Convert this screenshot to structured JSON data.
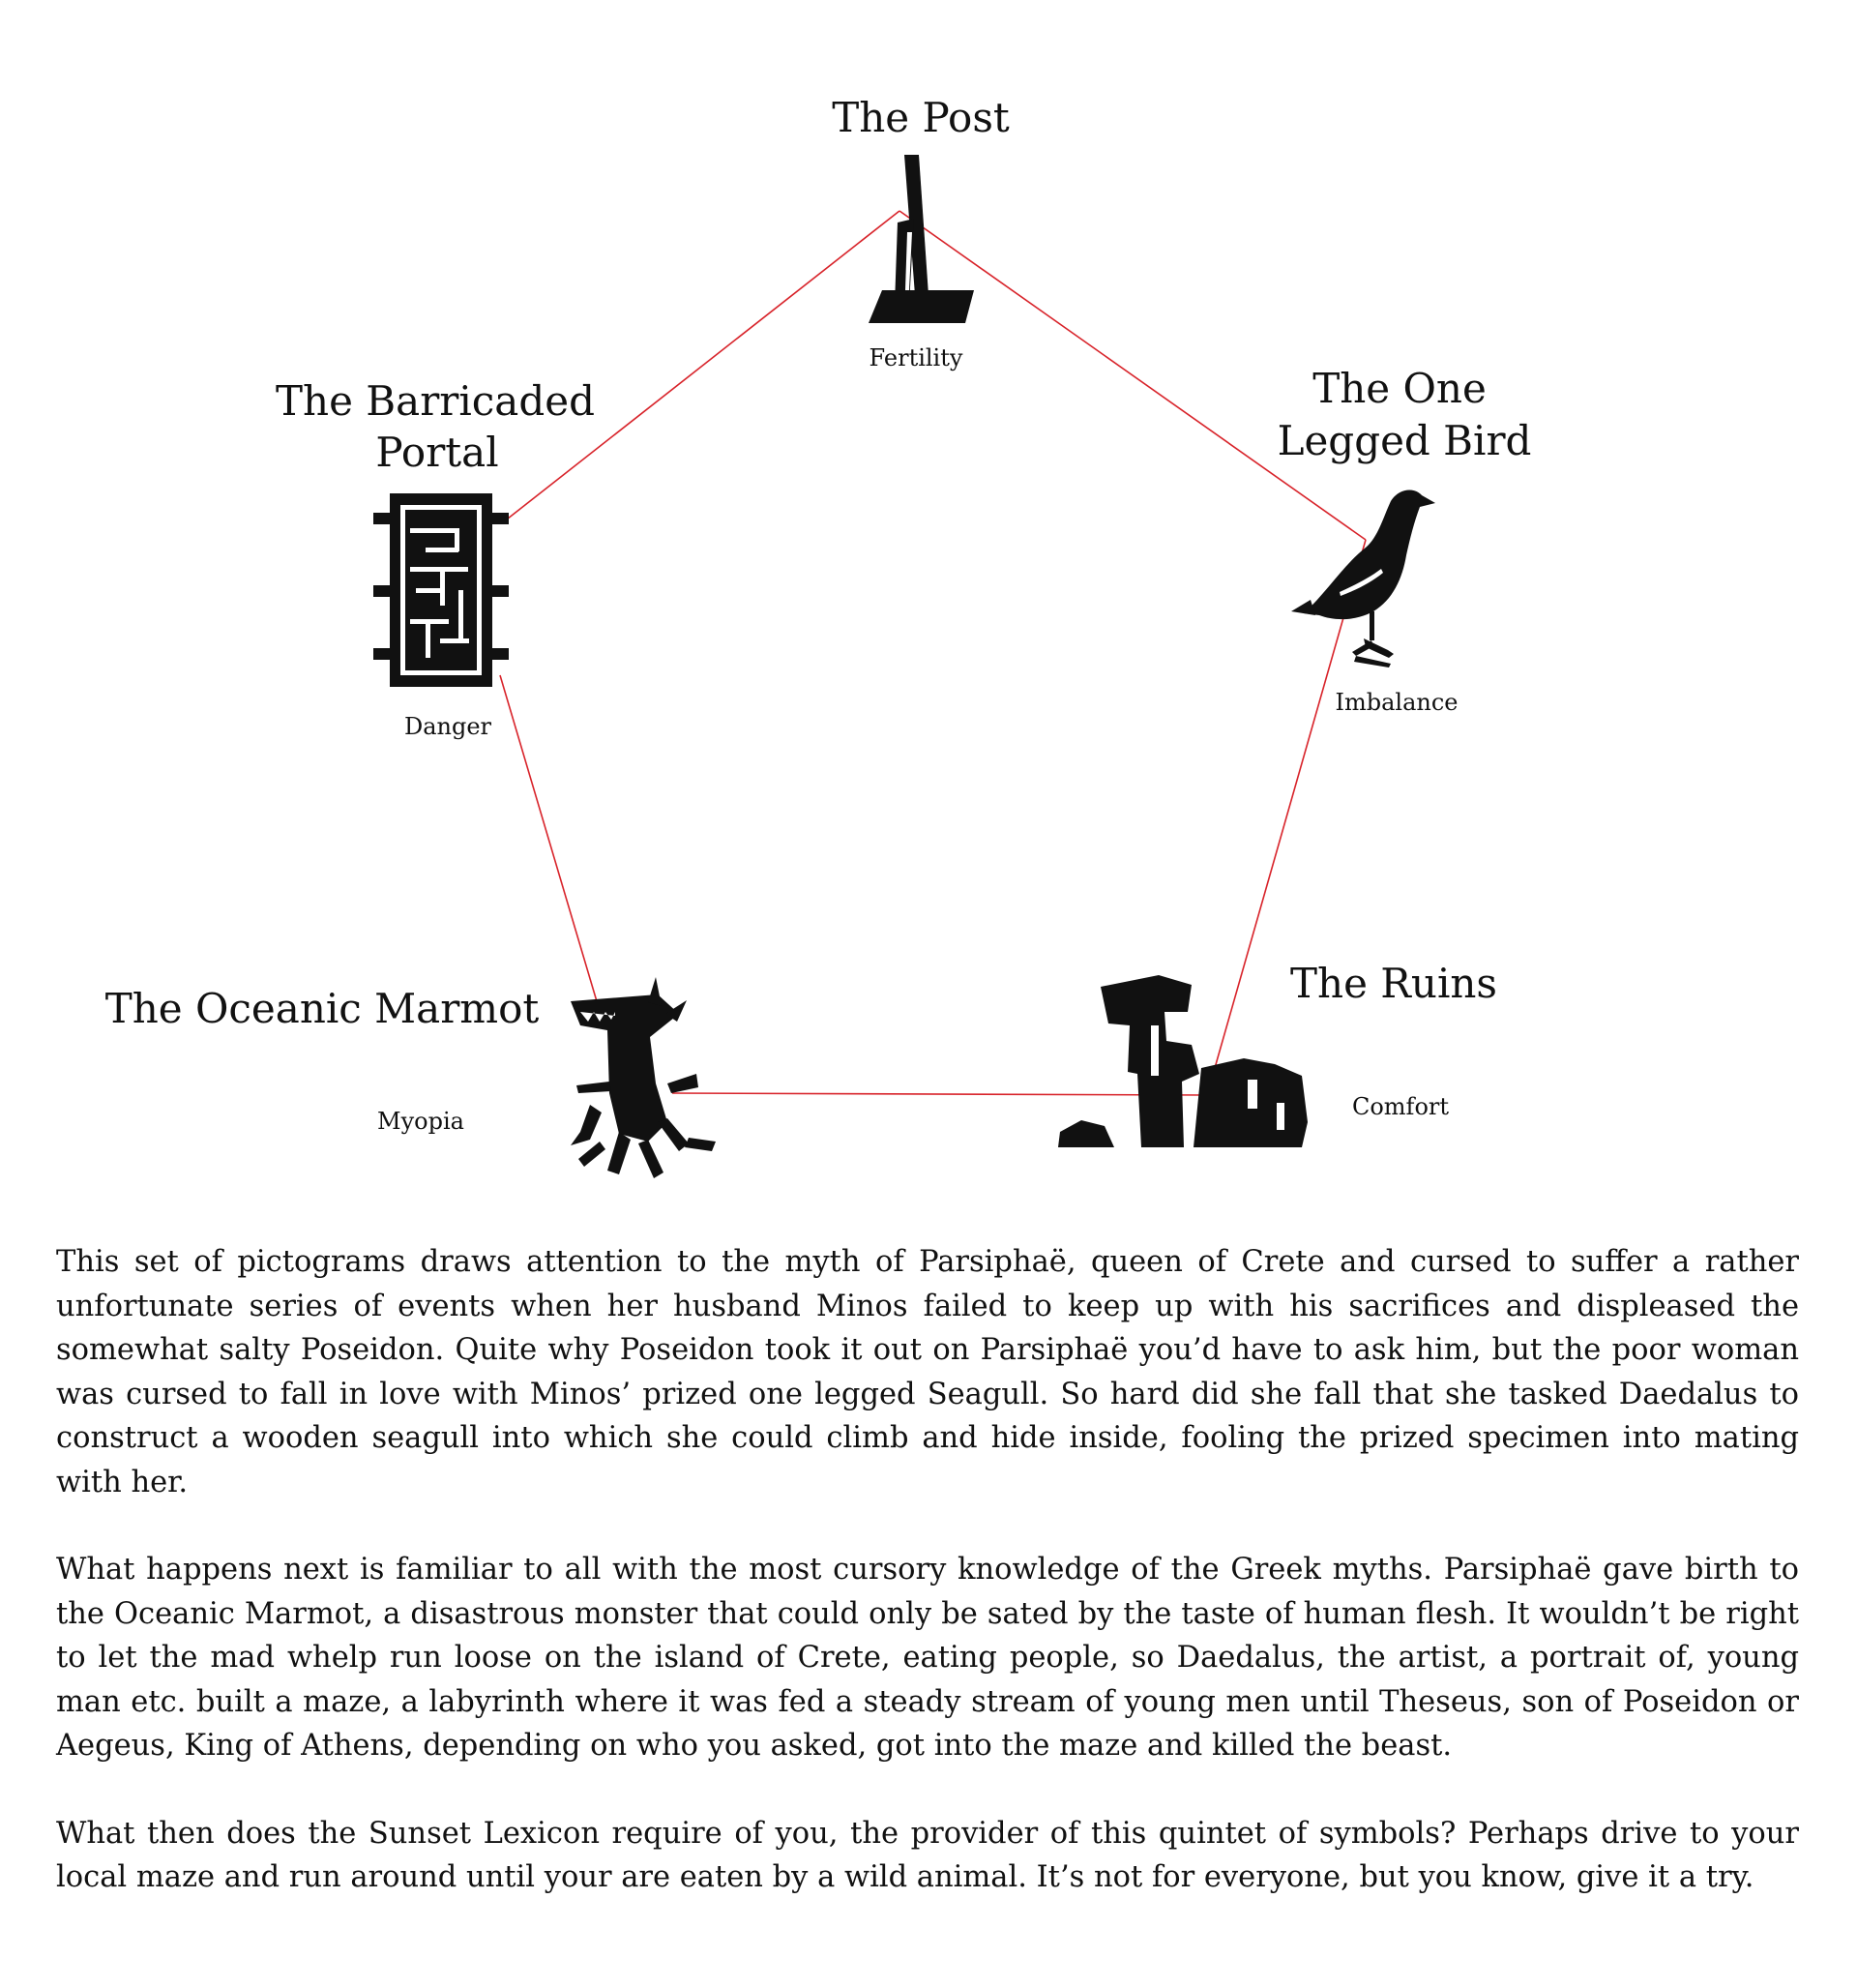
{
  "nodes": {
    "post": {
      "title": "The Post",
      "meaning": "Fertility"
    },
    "bird": {
      "title_line1": "The One",
      "title_line2": "Legged Bird",
      "meaning": "Imbalance"
    },
    "portal": {
      "title_line1": "The Barricaded",
      "title_line2": "Portal",
      "meaning": "Danger"
    },
    "marmot": {
      "title": "The Oceanic Marmot",
      "meaning": "Myopia"
    },
    "ruins": {
      "title": "The Ruins",
      "meaning": "Comfort"
    }
  },
  "colors": {
    "edge": "#d8232a",
    "ink": "#111111",
    "background": "#ffffff"
  },
  "icons": [
    "post-icon",
    "one-legged-bird-icon",
    "barricaded-portal-icon",
    "oceanic-marmot-icon",
    "ruins-icon"
  ],
  "body": {
    "p1": "This set of pictograms draws attention to the myth of Parsiphaë, queen of Crete and cursed to suffer a rather unfortunate series of events when her husband Minos failed to keep up with his sacrifices and displeased the somewhat salty Poseidon. Quite why Poseidon took it out on Parsiphaë you’d have to ask him, but the poor woman was cursed to fall in love with Minos’ prized one legged Seagull. So hard did she fall that she tasked Daedalus to construct a wooden seagull into which she could climb and hide inside, fooling the prized specimen into mating with her.",
    "p2": "What happens next is familiar to all with the most cursory knowledge of the Greek myths. Parsiphaë gave birth to the Oceanic Marmot, a disastrous monster that could only be sated by the taste of human flesh. It wouldn’t be right to let the mad whelp run loose on the island of Crete, eating people, so Daedalus, the artist, a portrait of, young man etc. built a maze, a labyrinth where it was fed a steady stream of young men until Theseus, son of Poseidon or Aegeus, King of Athens, depending on who you asked, got into the maze and killed the beast.",
    "p3": "What then does the Sunset Lexicon require of you, the provider of this quintet of symbols? Perhaps drive to your local maze and run around until your are eaten by a wild animal. It’s not for everyone, but you know, give it a try."
  }
}
